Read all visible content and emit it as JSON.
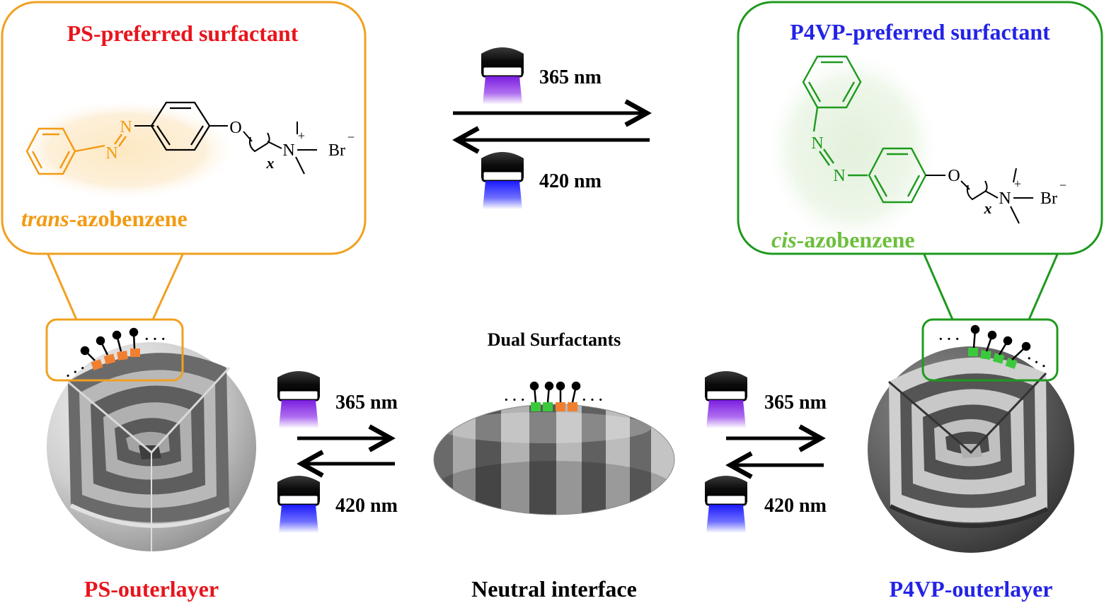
{
  "colors": {
    "ps_red": "#e8141c",
    "p4vp_blue": "#2323e6",
    "trans_orange": "#f39a12",
    "cis_green": "#1e9a1e",
    "cis_label_green": "#6cbf3c",
    "box_orange": "#f0a020",
    "box_green": "#1e9a1e",
    "uv_violet": "#8a2be2",
    "uv_blue": "#2a2aff",
    "surfactant_orange": "#f08030",
    "surfactant_green": "#3cc83c"
  },
  "top_left_box": {
    "title": "PS-preferred surfactant",
    "label_italic": "trans",
    "label_rest": "-azobenzene",
    "atom_n1": "N",
    "atom_n2": "N",
    "atom_o": "O",
    "atom_n_plus": "N",
    "charge_plus": "+",
    "subscript_x": "x",
    "counterion": "Br",
    "charge_minus": "−"
  },
  "top_right_box": {
    "title": "P4VP-preferred surfactant",
    "label_italic": "cis",
    "label_rest": "-azobenzene",
    "atom_n1": "N",
    "atom_n2": "N",
    "atom_o": "O",
    "atom_n_plus": "N",
    "charge_plus": "+",
    "subscript_x": "x",
    "counterion": "Br",
    "charge_minus": "−"
  },
  "top_switch": {
    "forward_wavelength": "365 nm",
    "reverse_wavelength": "420 nm"
  },
  "left_switch": {
    "forward_wavelength": "365 nm",
    "reverse_wavelength": "420 nm"
  },
  "right_switch": {
    "forward_wavelength": "365 nm",
    "reverse_wavelength": "420 nm"
  },
  "center": {
    "dual_label": "Dual Surfactants"
  },
  "bottom_labels": {
    "left": "PS-outerlayer",
    "center": "Neutral interface",
    "right": "P4VP-outerlayer"
  },
  "dots": "· · ·"
}
